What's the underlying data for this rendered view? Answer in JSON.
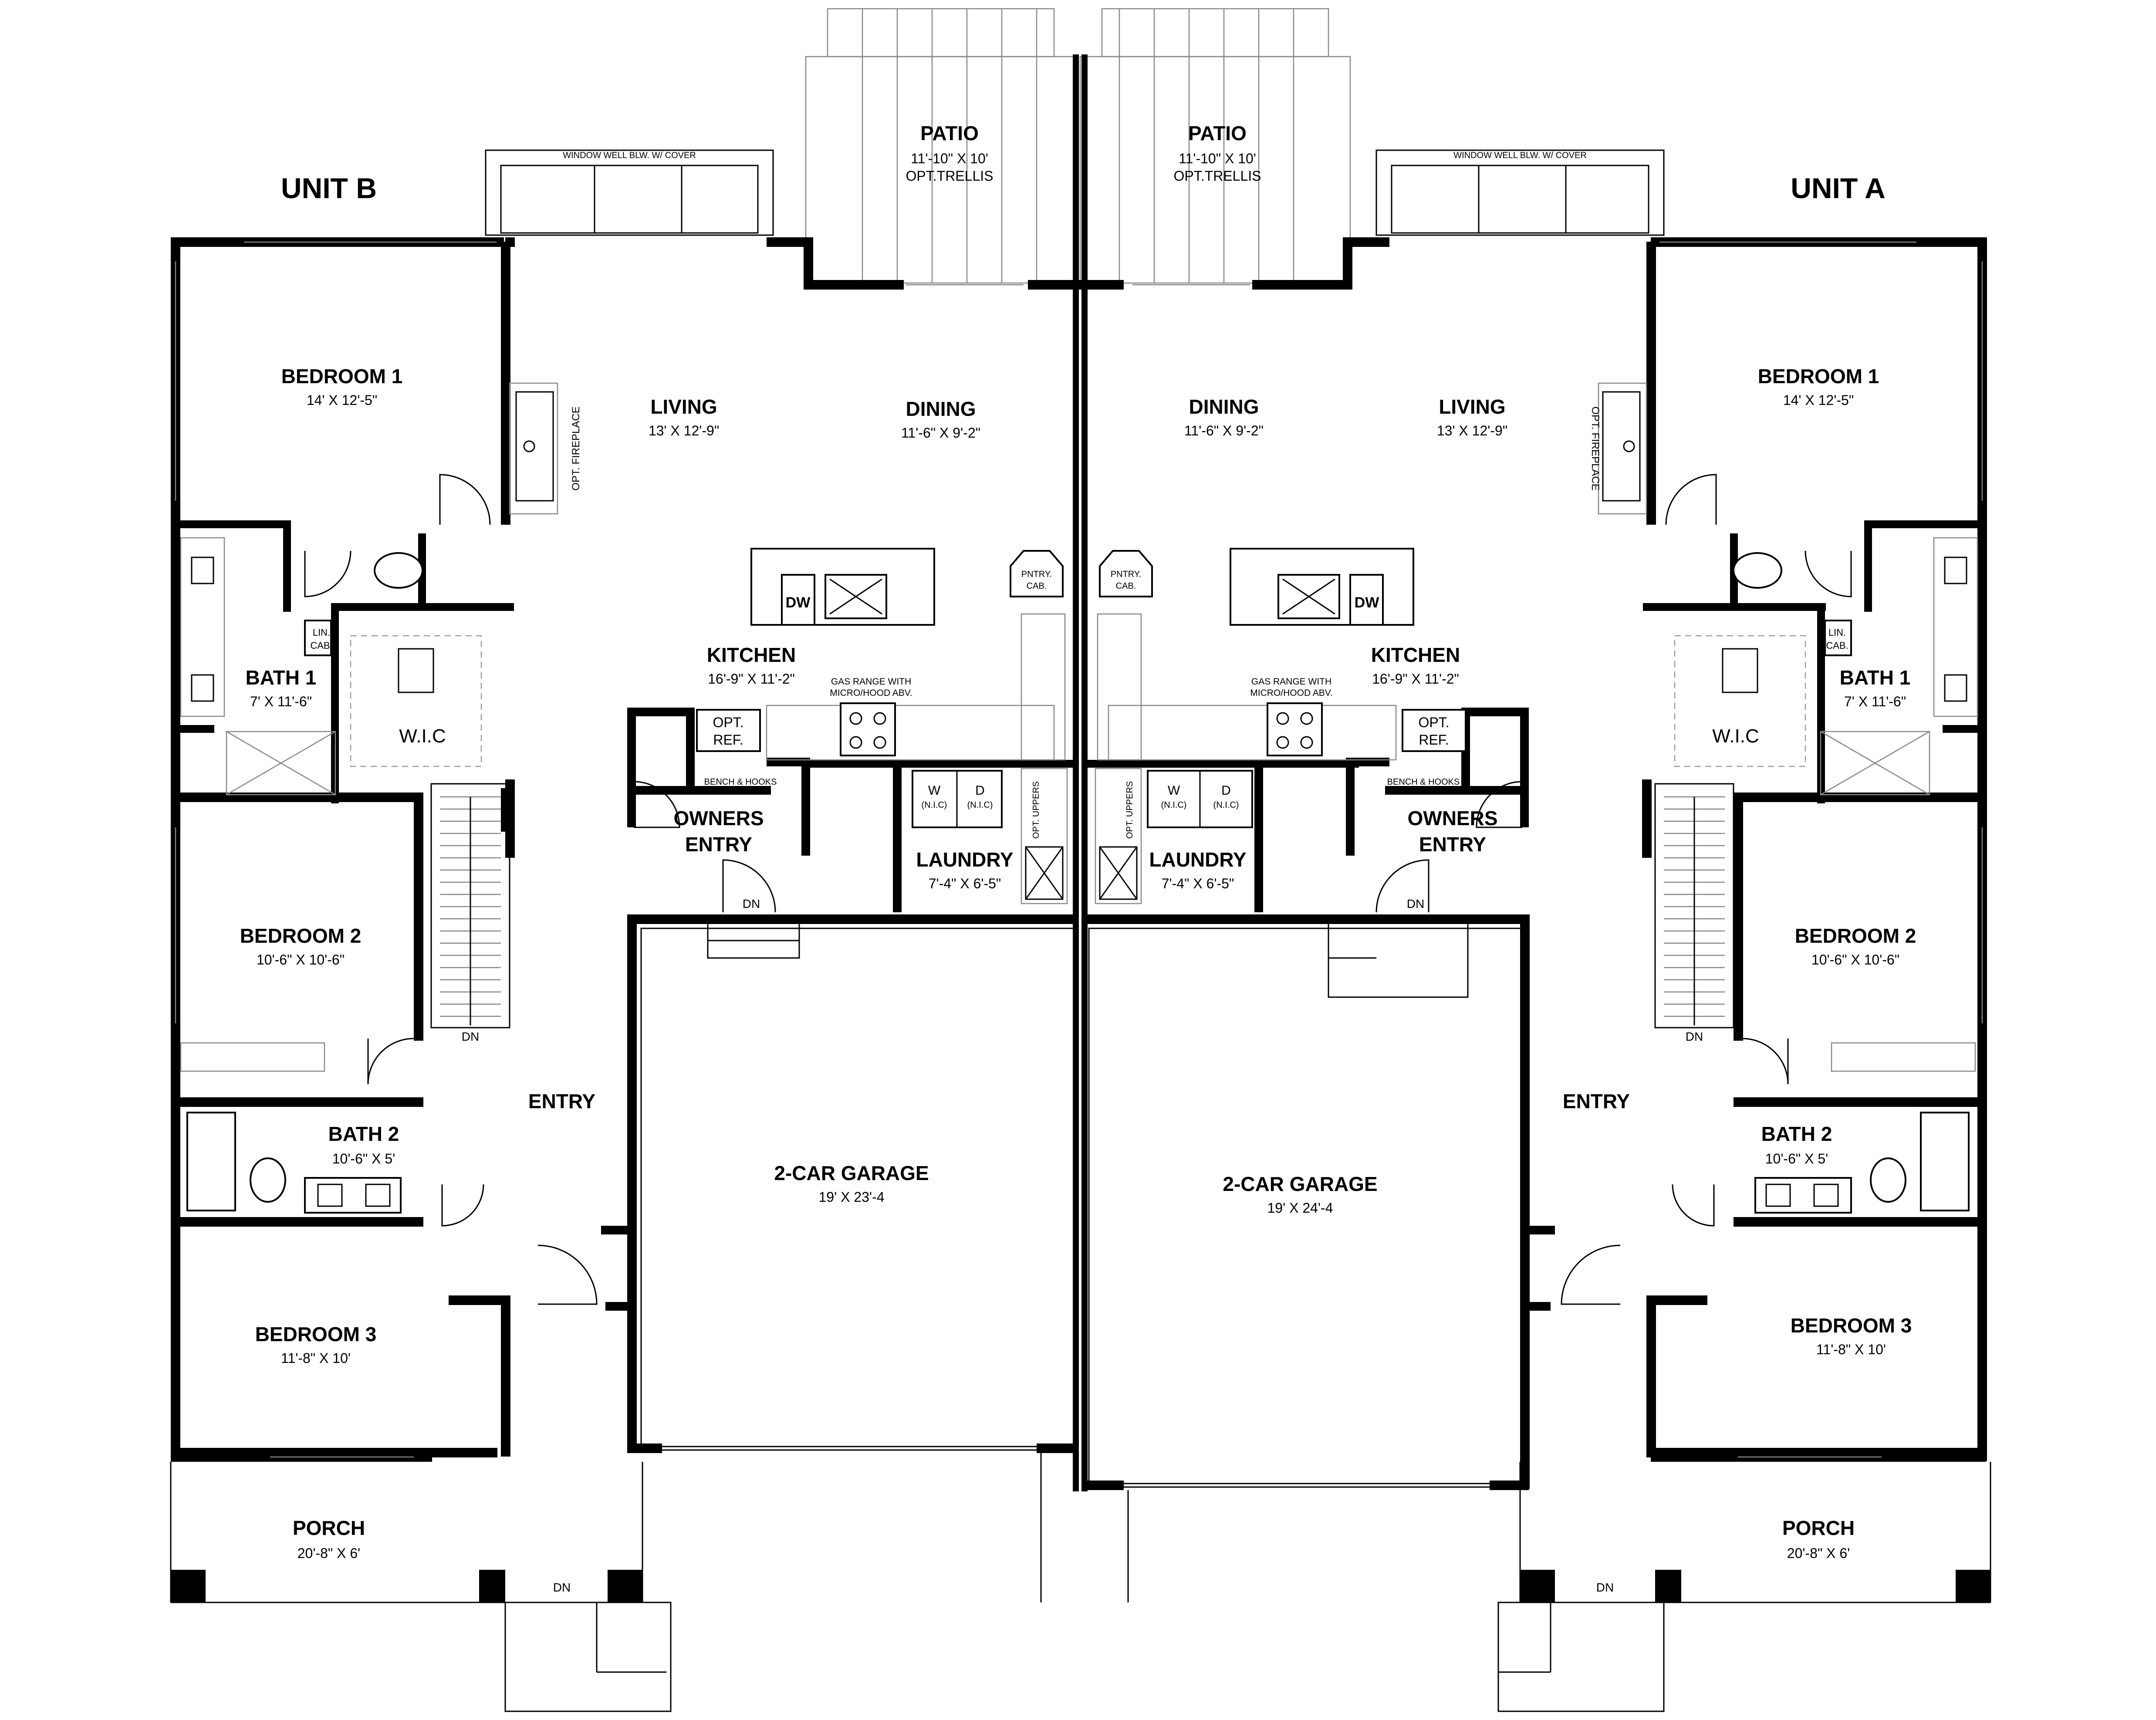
{
  "units": {
    "left": "UNIT B",
    "right": "UNIT A"
  },
  "rooms": {
    "patio_b": {
      "name": "PATIO",
      "dim": "11'-10\" X 10'",
      "note": "OPT.TRELLIS"
    },
    "patio_a": {
      "name": "PATIO",
      "dim": "11'-10\" X 10'",
      "note": "OPT.TRELLIS"
    },
    "window_well_b": "WINDOW WELL BLW. W/ COVER",
    "window_well_a": "WINDOW WELL BLW. W/ COVER",
    "bedroom1_b": {
      "name": "BEDROOM 1",
      "dim": "14' X 12'-5\""
    },
    "bedroom1_a": {
      "name": "BEDROOM 1",
      "dim": "14' X 12'-5\""
    },
    "living_b": {
      "name": "LIVING",
      "dim": "13' X 12'-9\""
    },
    "living_a": {
      "name": "LIVING",
      "dim": "13' X 12'-9\""
    },
    "dining_b": {
      "name": "DINING",
      "dim": "11'-6\" X 9'-2\""
    },
    "dining_a": {
      "name": "DINING",
      "dim": "11'-6\" X 9'-2\""
    },
    "fireplace_b": "OPT. FIREPLACE",
    "fireplace_a": "OPT. FIREPLACE",
    "kitchen_b": {
      "name": "KITCHEN",
      "dim": "16'-9\" X 11'-2\""
    },
    "kitchen_a": {
      "name": "KITCHEN",
      "dim": "16'-9\" X 11'-2\""
    },
    "bath1_b": {
      "name": "BATH 1",
      "dim": "7' X 11'-6\""
    },
    "bath1_a": {
      "name": "BATH 1",
      "dim": "7' X 11'-6\""
    },
    "wic_b": "W.I.C",
    "wic_a": "W.I.C",
    "owners_entry_b": {
      "line1": "OWNERS",
      "line2": "ENTRY"
    },
    "owners_entry_a": {
      "line1": "OWNERS",
      "line2": "ENTRY"
    },
    "laundry_b": {
      "name": "LAUNDRY",
      "dim": "7'-4\" X 6'-5\""
    },
    "laundry_a": {
      "name": "LAUNDRY",
      "dim": "7'-4\" X 6'-5\""
    },
    "bedroom2_b": {
      "name": "BEDROOM 2",
      "dim": "10'-6\" X 10'-6\""
    },
    "bedroom2_a": {
      "name": "BEDROOM 2",
      "dim": "10'-6\" X 10'-6\""
    },
    "entry_b": "ENTRY",
    "entry_a": "ENTRY",
    "bath2_b": {
      "name": "BATH 2",
      "dim": "10'-6\" X 5'"
    },
    "bath2_a": {
      "name": "BATH 2",
      "dim": "10'-6\" X 5'"
    },
    "garage_b": {
      "name": "2-CAR GARAGE",
      "dim": "19' X 23'-4"
    },
    "garage_a": {
      "name": "2-CAR GARAGE",
      "dim": "19' X 24'-4"
    },
    "bedroom3_b": {
      "name": "BEDROOM 3",
      "dim": "11'-8\" X 10'"
    },
    "bedroom3_a": {
      "name": "BEDROOM 3",
      "dim": "11'-8\" X 10'"
    },
    "porch_b": {
      "name": "PORCH",
      "dim": "20'-8\" X 6'"
    },
    "porch_a": {
      "name": "PORCH",
      "dim": "20'-8\" X 6'"
    }
  },
  "fixtures": {
    "dw": "DW",
    "pantry_line1": "PNTRY.",
    "pantry_line2": "CAB.",
    "opt_ref_line1": "OPT.",
    "opt_ref_line2": "REF.",
    "range_line1": "GAS RANGE WITH",
    "range_line2": "MICRO/HOOD ABV.",
    "bench": "BENCH & HOOKS",
    "washer": "W",
    "dryer": "D",
    "nic": "(N.I.C)",
    "opt_uppers": "OPT. UPPERS",
    "lin_line1": "LIN.",
    "lin_line2": "CAB.",
    "dn": "DN"
  }
}
